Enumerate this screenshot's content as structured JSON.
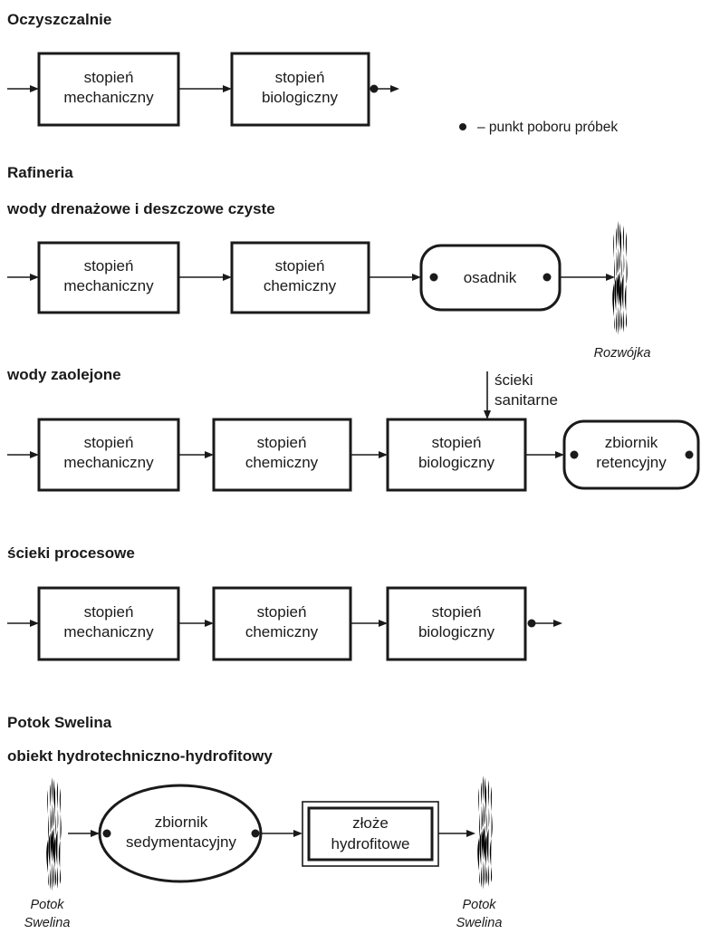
{
  "sections": {
    "oczyszczalnie": {
      "title": "Oczyszczalnie",
      "box1": [
        "stopień",
        "mechaniczny"
      ],
      "box2": [
        "stopień",
        "biologiczny"
      ]
    },
    "legend": {
      "text": "– punkt poboru próbek"
    },
    "rafineria": {
      "title": "Rafineria",
      "drenazowe": {
        "title": "wody drenażowe i deszczowe czyste",
        "box1": [
          "stopień",
          "mechaniczny"
        ],
        "box2": [
          "stopień",
          "chemiczny"
        ],
        "box3": [
          "osadnik"
        ],
        "river": "Rozwójka"
      },
      "zaolejone": {
        "title": "wody zaolejone",
        "inflow": [
          "ścieki",
          "sanitarne"
        ],
        "box1": [
          "stopień",
          "mechaniczny"
        ],
        "box2": [
          "stopień",
          "chemiczny"
        ],
        "box3": [
          "stopień",
          "biologiczny"
        ],
        "box4": [
          "zbiornik",
          "retencyjny"
        ]
      },
      "procesowe": {
        "title": "ścieki procesowe",
        "box1": [
          "stopień",
          "mechaniczny"
        ],
        "box2": [
          "stopień",
          "chemiczny"
        ],
        "box3": [
          "stopień",
          "biologiczny"
        ]
      }
    },
    "potok": {
      "title": "Potok Swelina",
      "subtitle": "obiekt hydrotechniczno-hydrofitowy",
      "ellipse": [
        "zbiornik",
        "sedymentacyjny"
      ],
      "box": [
        "złoże",
        "hydrofitowe"
      ],
      "river_left": [
        "Potok",
        "Swelina"
      ],
      "river_right": [
        "Potok",
        "Swelina"
      ]
    }
  },
  "colors": {
    "river": "#1f4f9c",
    "ink": "#1a1a1a"
  },
  "icons": [
    "river-water-icon",
    "sampling-point-dot-icon"
  ]
}
